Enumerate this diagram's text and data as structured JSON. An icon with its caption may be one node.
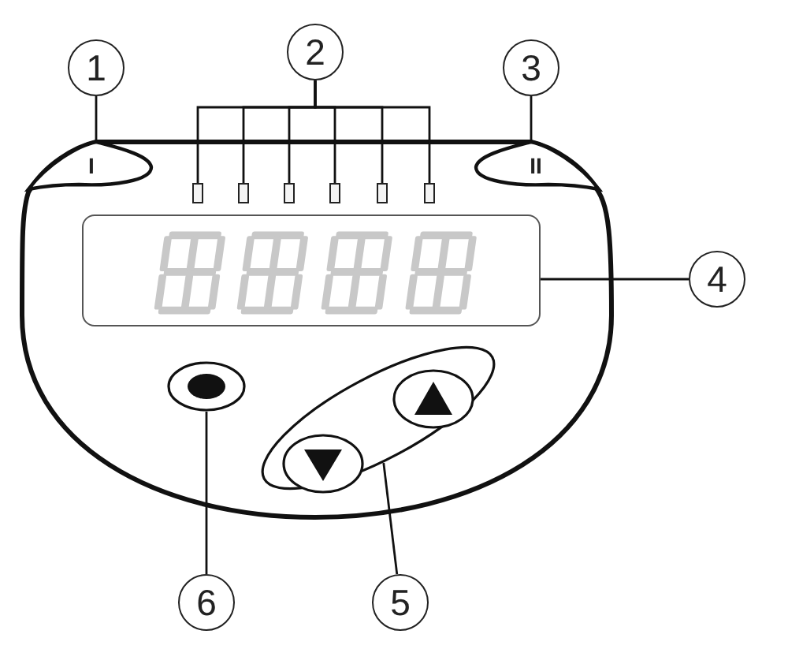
{
  "diagram": {
    "nodes": [
      {
        "text": [
          "1"
        ]
      },
      {
        "text": [
          "2"
        ]
      },
      {
        "text": [
          "3"
        ]
      },
      {
        "text": [
          "I"
        ]
      },
      {
        "text": [],
        "shape": "box"
      },
      {
        "text": [],
        "shape": "box"
      },
      {
        "text": [],
        "shape": "box"
      },
      {
        "text": [],
        "shape": "box"
      },
      {
        "text": [],
        "shape": "box"
      },
      {
        "text": [],
        "shape": "box"
      },
      {
        "text": [
          "II"
        ]
      },
      {
        "text": [],
        "shape": "box"
      },
      {
        "text": [
          "4"
        ]
      },
      {
        "text": [],
        "shape": "circle"
      },
      {
        "text": [],
        "shape": "box"
      },
      {
        "text": [
          "6"
        ]
      },
      {
        "text": [
          "5"
        ]
      }
    ],
    "edges": [
      {
        "from": 0,
        "to": 3,
        "arrow": "none"
      },
      {
        "from": 1,
        "to": 4,
        "arrow": "none"
      },
      {
        "from": 1,
        "to": 5,
        "arrow": "none"
      },
      {
        "from": 1,
        "to": 6,
        "arrow": "none"
      },
      {
        "from": 1,
        "to": 7,
        "arrow": "none"
      },
      {
        "from": 1,
        "to": 8,
        "arrow": "none"
      },
      {
        "from": 1,
        "to": 9,
        "arrow": "none"
      },
      {
        "from": 2,
        "to": 10,
        "arrow": "none"
      },
      {
        "from": 12,
        "to": 11,
        "arrow": "none"
      },
      {
        "from": 15,
        "to": 13,
        "arrow": "none"
      },
      {
        "from": 16,
        "to": 14,
        "arrow": "none"
      }
    ]
  }
}
